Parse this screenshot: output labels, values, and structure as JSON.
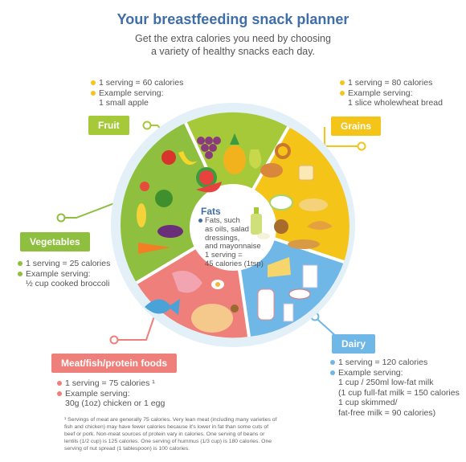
{
  "header": {
    "title": "Your breastfeeding snack planner",
    "subtitle_line1": "Get the extra calories you need by choosing",
    "subtitle_line2": "a variety of healthy snacks each day."
  },
  "colors": {
    "fruit": "#a6c93a",
    "grains": "#f5c419",
    "dairy": "#6fb7e6",
    "meat": "#ef7f7a",
    "vegetables": "#8fbf3f",
    "fats_center": "#ffffff",
    "plate_rim": "#e3f0f8",
    "title": "#3f6ea8"
  },
  "groups": {
    "fruit": {
      "label": "Fruit",
      "serving": "1 serving = 60 calories",
      "example_label": "Example serving:",
      "example": "1 small apple"
    },
    "grains": {
      "label": "Grains",
      "serving": "1 serving = 80 calories",
      "example_label": "Example serving:",
      "example": "1 slice wholewheat bread"
    },
    "vegetables": {
      "label": "Vegetables",
      "serving": "1 serving = 25 calories",
      "example_label": "Example serving:",
      "example": "½ cup cooked broccoli"
    },
    "meat": {
      "label": "Meat/fish/protein foods",
      "serving": "1 serving = 75 calories ¹",
      "example_label": "Example serving:",
      "example": "30g (1oz) chicken or 1 egg"
    },
    "dairy": {
      "label": "Dairy",
      "serving": "1 serving = 120 calories",
      "example_label": "Example serving:",
      "example_line1": "1 cup / 250ml low-fat milk",
      "example_line2": "(1 cup full-fat milk = 150 calories",
      "example_line3": "1 cup skimmed/",
      "example_line4": "fat-free milk = 90 calories)"
    },
    "fats": {
      "label": "Fats",
      "line1": "Fats, such",
      "line2": "as oils, salad",
      "line3": "dressings,",
      "line4": "and mayonnaise",
      "line5": "1 serving =",
      "line6": "45 calories (1tsp)"
    }
  },
  "footnote": {
    "line1": "¹ Servings of meat are generally 75 calories. Very lean meat (including many varieties of",
    "line2": "fish and chicken) may have fewer calories because it's lower in fat than some cuts of",
    "line3": "beef or pork. Non-meat sources of protein vary in calories. One serving of beans or",
    "line4": "lentils (1/2 cup) is 125 calories. One serving of hummus (1/3 cup) is 180 calories. One",
    "line5": "serving of nut spread (1 tablespoon) is 100 calories."
  }
}
